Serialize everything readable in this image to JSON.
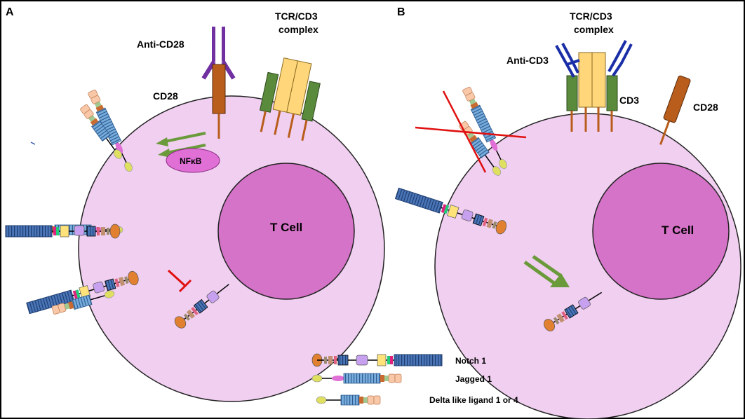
{
  "panels": {
    "a": {
      "letter": "A",
      "nucleus_label": "T Cell",
      "anti_cd28": "Anti-CD28",
      "cd28": "CD28",
      "tcr_line1": "TCR/CD3",
      "tcr_line2": "complex",
      "nfkb": "NFκB"
    },
    "b": {
      "letter": "B",
      "nucleus_label": "T Cell",
      "anti_cd3": "Anti-CD3",
      "cd3": "CD3",
      "cd28": "CD28",
      "tcr_line1": "TCR/CD3",
      "tcr_line2": "complex"
    }
  },
  "legend": {
    "items": [
      {
        "label": "Notch 1"
      },
      {
        "label": "Jagged 1"
      },
      {
        "label": "Delta like ligand 1 or 4"
      }
    ]
  },
  "colors": {
    "cell": "#f0cff0",
    "nucleus": "#d573c8",
    "nfkb": "#e070d6",
    "arrow_green": "#6a9a3a",
    "inhibit_red": "#e01010",
    "cd28_orange": "#b85d1c",
    "antibody_purple": "#7030a0",
    "anti_cd3_blue": "#1a2ea8",
    "tcr_yellow": "#ffd77a",
    "cd3_green": "#5a8a3c",
    "notch_ecd_blue": "#4472c4",
    "ligand_blue": "#7fb2e0",
    "ligand_peach": "#f8c8a8",
    "oval_yellow": "#e0e060",
    "oval_brown": "#e08030"
  }
}
